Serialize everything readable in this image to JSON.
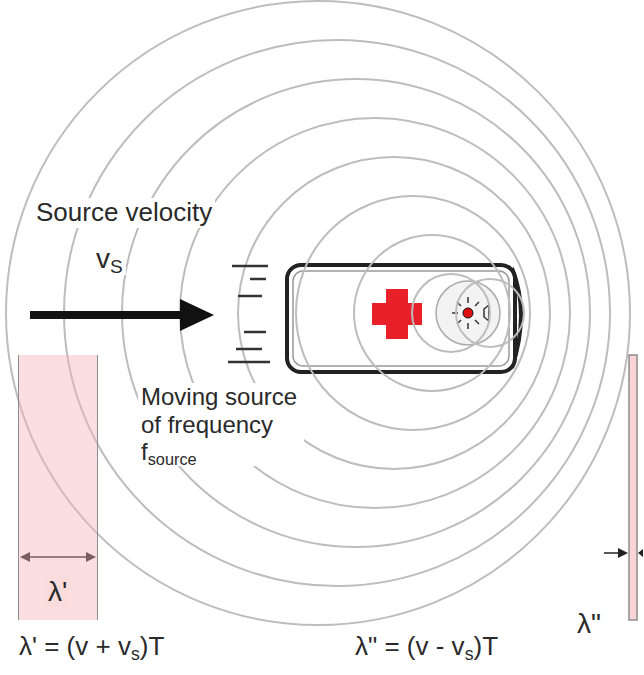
{
  "diagram": {
    "nodes": [
      {
        "text": [
          "λ'"
        ]
      }
    ],
    "labels": [
      "Source velocity",
      "vS",
      "Moving source of frequency fsource",
      "λ\"",
      "λ' = (v + vs)T",
      "λ\" = (v - vs)T"
    ]
  }
}
